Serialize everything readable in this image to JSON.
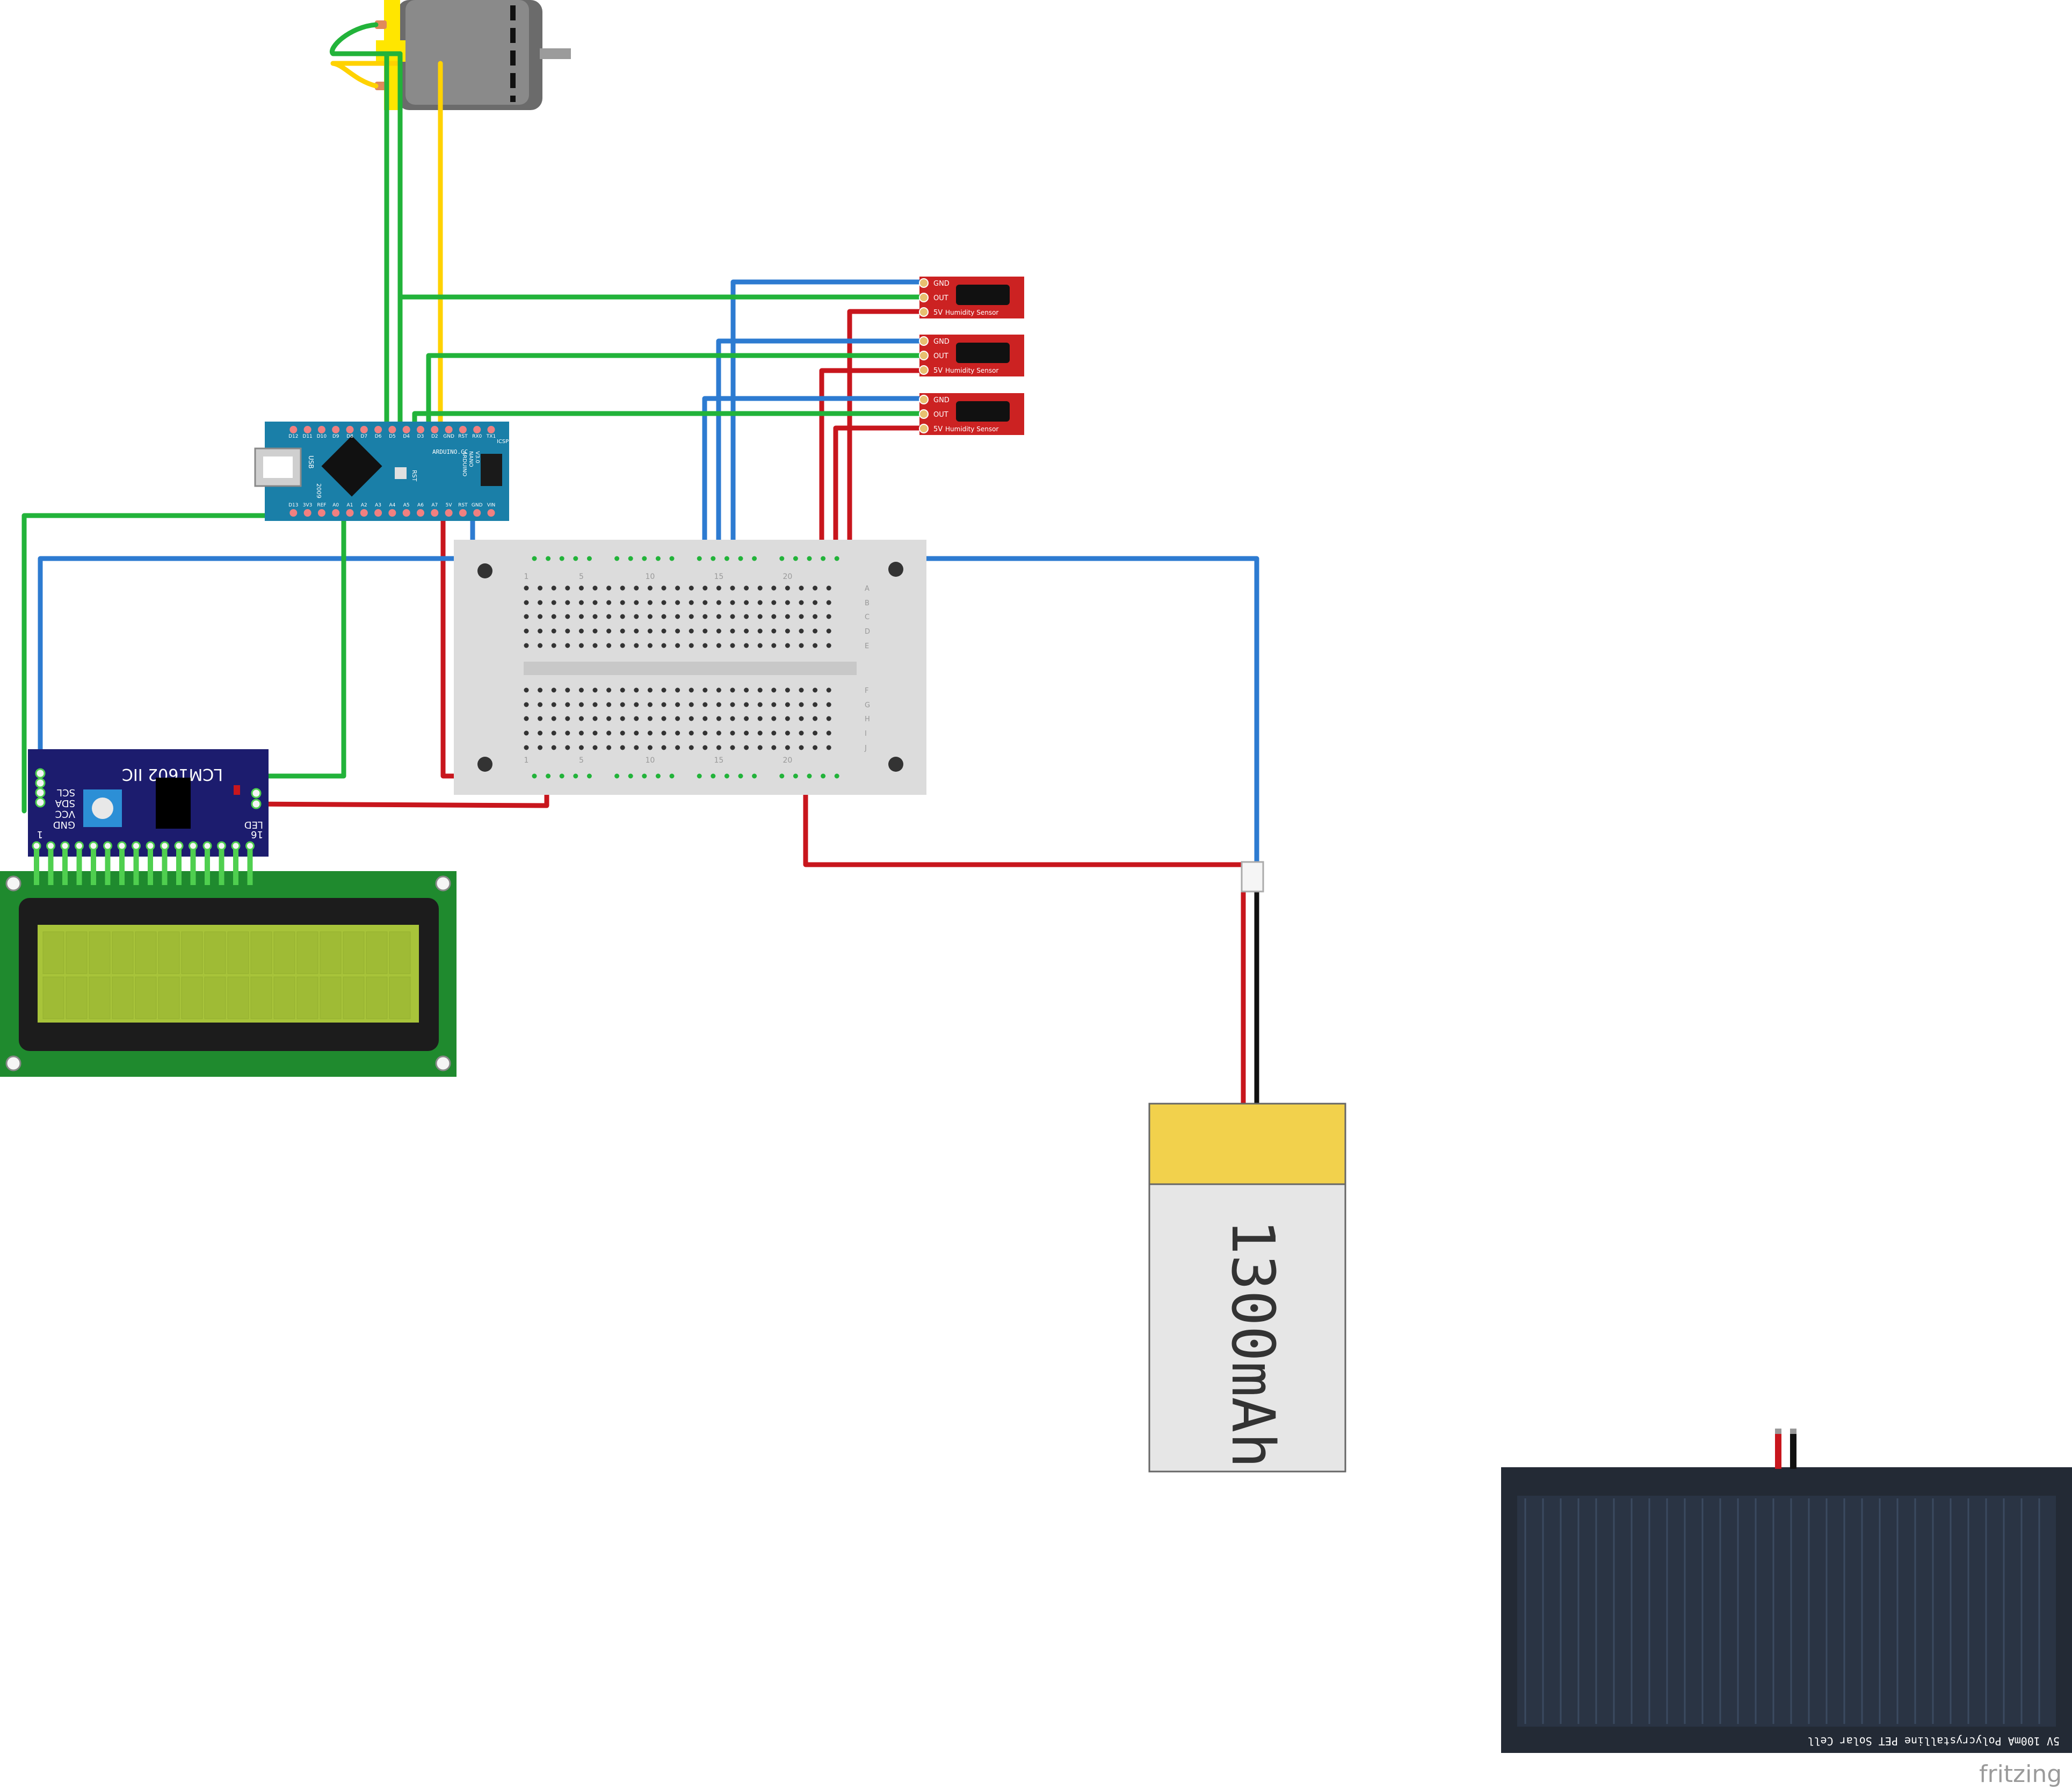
{
  "arduino": {
    "top_pins": [
      "D12",
      "D11",
      "D10",
      "D9",
      "D8",
      "D7",
      "D6",
      "D5",
      "D4",
      "D3",
      "D2",
      "GND",
      "RST",
      "RX0",
      "TX1"
    ],
    "bottom_pins": [
      "D13",
      "3V3",
      "REF",
      "A0",
      "A1",
      "A2",
      "A3",
      "A4",
      "A5",
      "A6",
      "A7",
      "5V",
      "RST",
      "GND",
      "VIN"
    ],
    "brand": "ARDUINO.CC",
    "model_lines": [
      "ARDUINO",
      "NANO",
      "V3.0"
    ],
    "usb_label": "USB",
    "year": "2009",
    "rst_label": "RST",
    "icsp_label": "ICSP"
  },
  "sensors": [
    {
      "pins": [
        "GND",
        "OUT",
        "5V"
      ],
      "title": "Humidity Sensor"
    },
    {
      "pins": [
        "GND",
        "OUT",
        "5V"
      ],
      "title": "Humidity Sensor"
    },
    {
      "pins": [
        "GND",
        "OUT",
        "5V"
      ],
      "title": "Humidity Sensor"
    }
  ],
  "breadboard": {
    "column_numbers": [
      "1",
      "5",
      "10",
      "15",
      "20"
    ],
    "row_letters_top": [
      "A",
      "B",
      "C",
      "D",
      "E"
    ],
    "row_letters_bottom": [
      "F",
      "G",
      "H",
      "I",
      "J"
    ]
  },
  "lcd_backpack": {
    "title": "LCM1602 IIC",
    "pin_labels": [
      "SCL",
      "SDA",
      "VCC",
      "GND"
    ],
    "right_labels": [
      "LED",
      "16"
    ],
    "left_number": "1"
  },
  "battery": {
    "label": "1300mAh"
  },
  "solar": {
    "label": "5V 100mA Polycrystalline PET Solar Cell"
  },
  "watermark": "fritzing",
  "colors": {
    "wire_green": "#22b33a",
    "wire_blue": "#2d7bd1",
    "wire_red": "#c8161d",
    "wire_yellow": "#ffd200",
    "arduino": "#1a7fa8",
    "sensor": "#cc2222",
    "lcd_pcb": "#1f8a2e",
    "lcd_screen": "#a8c43a",
    "backpack": "#1c1c6e",
    "battery_top": "#f2d14c",
    "battery_body": "#e6e6e6",
    "solar": "#232a35"
  }
}
